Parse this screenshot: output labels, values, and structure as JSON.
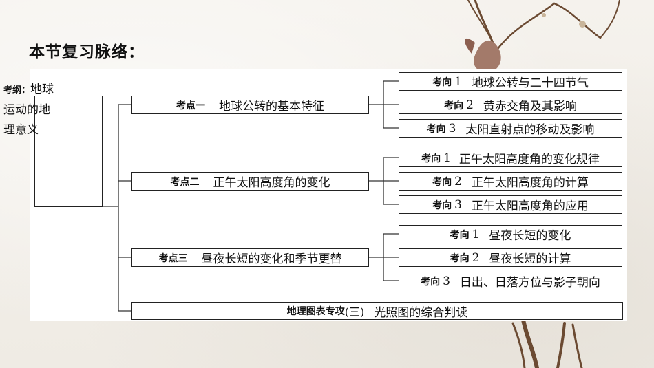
{
  "heading": "本节复习脉络：",
  "root": {
    "tag": "考纲",
    "sep": "：",
    "line1": "地球",
    "line2": "运动的地",
    "line3": "理意义"
  },
  "points": [
    {
      "tag": "考点一",
      "title": "地球公转的基本特征",
      "directions": [
        {
          "tag": "考向",
          "num": "1",
          "title": "地球公转与二十四节气"
        },
        {
          "tag": "考向",
          "num": "2",
          "title": "黄赤交角及其影响"
        },
        {
          "tag": "考向",
          "num": "3",
          "title": "太阳直射点的移动及影响"
        }
      ]
    },
    {
      "tag": "考点二",
      "title": "正午太阳高度角的变化",
      "directions": [
        {
          "tag": "考向",
          "num": "1",
          "title": "正午太阳高度角的变化规律"
        },
        {
          "tag": "考向",
          "num": "2",
          "title": "正午太阳高度角的计算"
        },
        {
          "tag": "考向",
          "num": "3",
          "title": "正午太阳高度角的应用"
        }
      ]
    },
    {
      "tag": "考点三",
      "title": "昼夜长短的变化和季节更替",
      "directions": [
        {
          "tag": "考向",
          "num": "1",
          "title": "昼夜长短的变化"
        },
        {
          "tag": "考向",
          "num": "2",
          "title": "昼夜长短的计算"
        },
        {
          "tag": "考向",
          "num": "3",
          "title": "日出、日落方位与影子朝向"
        }
      ]
    }
  ],
  "special": {
    "tag": "地理图表专攻",
    "paren": "(三)",
    "title": "光照图的综合判读"
  }
}
